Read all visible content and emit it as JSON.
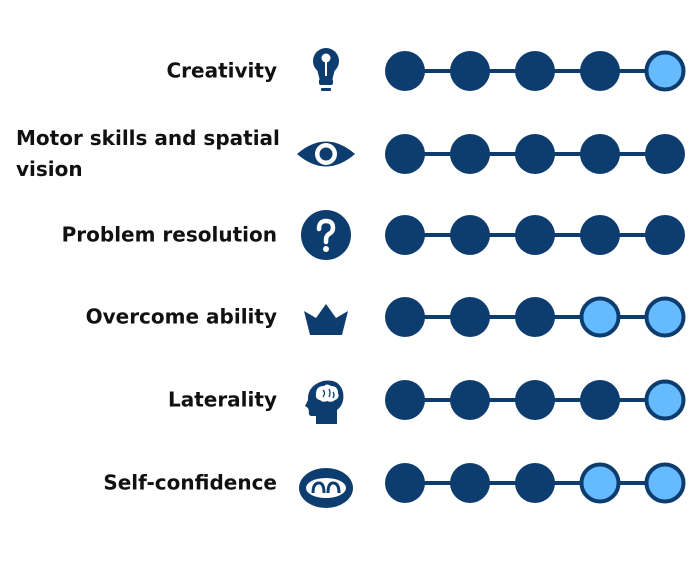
{
  "colors": {
    "filled": "#0d3d6e",
    "empty": "#66bbff",
    "line": "#0d3d6e",
    "text": "#111111"
  },
  "chart_data": {
    "type": "table",
    "title": "",
    "scale_max": 5,
    "categories": [
      "Creativity",
      "Motor skills and spatial vision",
      "Problem resolution",
      "Overcome ability",
      "Laterality",
      "Self-confidence"
    ],
    "values": [
      4,
      5,
      5,
      3,
      4,
      3
    ]
  },
  "rows": [
    {
      "label": "Creativity",
      "icon": "lightbulb-icon",
      "score": 4
    },
    {
      "label": "Motor skills and spatial vision",
      "icon": "eye-icon",
      "score": 5
    },
    {
      "label": "Problem resolution",
      "icon": "question-icon",
      "score": 5
    },
    {
      "label": "Overcome ability",
      "icon": "crown-icon",
      "score": 3
    },
    {
      "label": "Laterality",
      "icon": "brain-head-icon",
      "score": 4
    },
    {
      "label": "Self-confidence",
      "icon": "smile-eyes-icon",
      "score": 3
    }
  ]
}
